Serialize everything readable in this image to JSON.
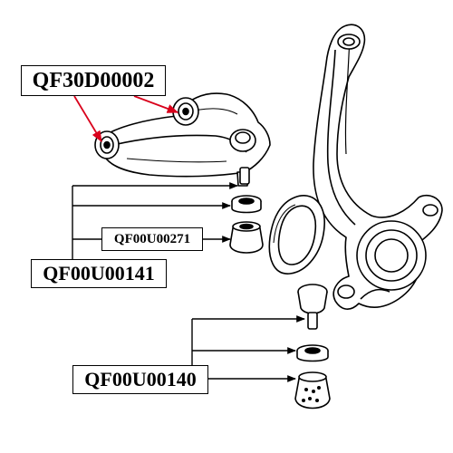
{
  "labels": {
    "upper_arm": "QF30D00002",
    "bushing": "QF00U00271",
    "upper_ball_joint": "QF00U00141",
    "lower_ball_joint": "QF00U00140"
  },
  "colors": {
    "line": "#000000",
    "arrow_red": "#d9001b",
    "part_fill": "#ffffff"
  }
}
